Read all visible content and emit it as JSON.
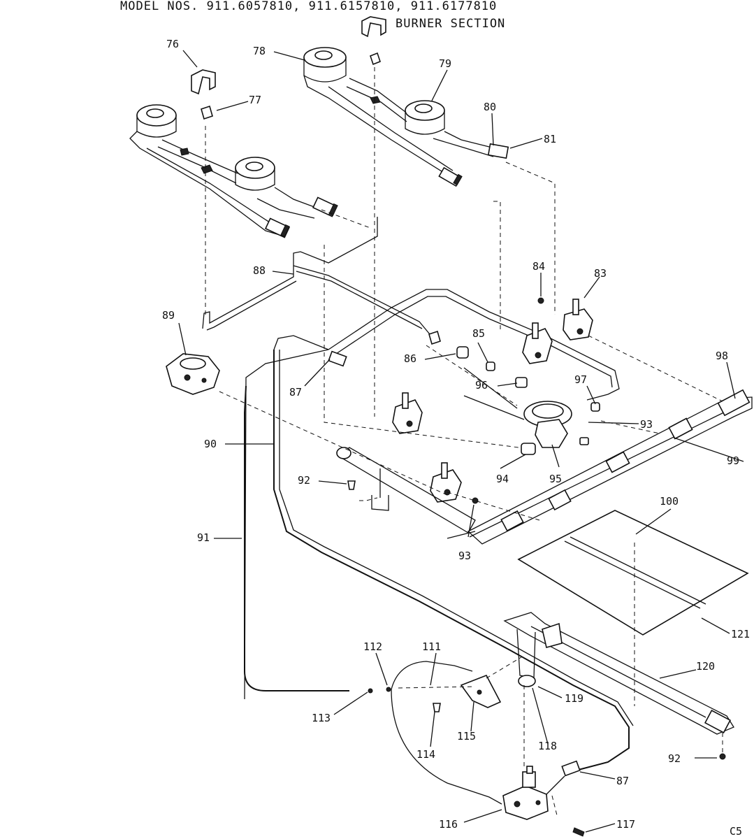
{
  "header": {
    "model_line": "MODEL NOS. 911.6057810, 911.6157810, 911.6177810",
    "section_title": "BURNER SECTION"
  },
  "page_code": "C5",
  "callouts": [
    {
      "id": "c76",
      "text": "76"
    },
    {
      "id": "c77",
      "text": "77"
    },
    {
      "id": "c78",
      "text": "78"
    },
    {
      "id": "c79",
      "text": "79"
    },
    {
      "id": "c80",
      "text": "80"
    },
    {
      "id": "c81",
      "text": "81"
    },
    {
      "id": "c83",
      "text": "83"
    },
    {
      "id": "c84",
      "text": "84"
    },
    {
      "id": "c85",
      "text": "85"
    },
    {
      "id": "c86",
      "text": "86"
    },
    {
      "id": "c87a",
      "text": "87"
    },
    {
      "id": "c87b",
      "text": "87"
    },
    {
      "id": "c88",
      "text": "88"
    },
    {
      "id": "c89",
      "text": "89"
    },
    {
      "id": "c90",
      "text": "90"
    },
    {
      "id": "c91",
      "text": "91"
    },
    {
      "id": "c92a",
      "text": "92"
    },
    {
      "id": "c92b",
      "text": "92"
    },
    {
      "id": "c93a",
      "text": "93"
    },
    {
      "id": "c93b",
      "text": "93"
    },
    {
      "id": "c94",
      "text": "94"
    },
    {
      "id": "c95",
      "text": "95"
    },
    {
      "id": "c96",
      "text": "96"
    },
    {
      "id": "c97",
      "text": "97"
    },
    {
      "id": "c98",
      "text": "98"
    },
    {
      "id": "c99",
      "text": "99"
    },
    {
      "id": "c100",
      "text": "100"
    },
    {
      "id": "c111",
      "text": "111"
    },
    {
      "id": "c112",
      "text": "112"
    },
    {
      "id": "c113",
      "text": "113"
    },
    {
      "id": "c114",
      "text": "114"
    },
    {
      "id": "c115",
      "text": "115"
    },
    {
      "id": "c116",
      "text": "116"
    },
    {
      "id": "c117",
      "text": "117"
    },
    {
      "id": "c118",
      "text": "118"
    },
    {
      "id": "c119",
      "text": "119"
    },
    {
      "id": "c120",
      "text": "120"
    },
    {
      "id": "c121",
      "text": "121"
    }
  ]
}
